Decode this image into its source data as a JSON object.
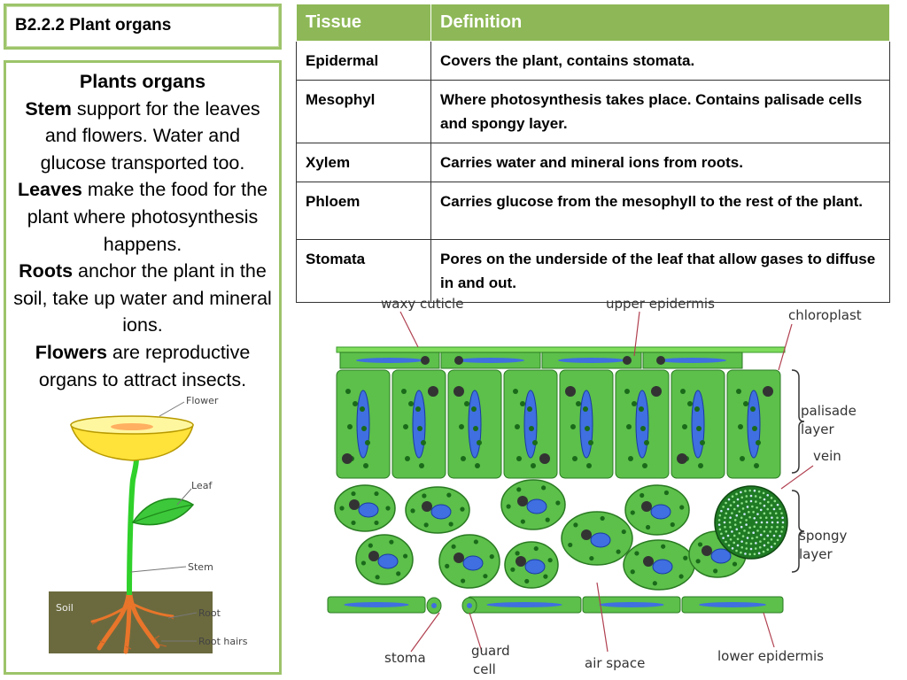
{
  "title": "B2.2.2 Plant organs",
  "organs": {
    "heading": "Plants organs",
    "stem_term": "Stem",
    "stem_text": " support for the leaves and flowers. Water and glucose transported too.",
    "leaves_term": "Leaves",
    "leaves_text": " make the food for the plant where photosynthesis happens.",
    "roots_term": "Roots",
    "roots_text": " anchor the plant in the soil, take up water and mineral ions.",
    "flowers_term": "Flowers",
    "flowers_text": " are reproductive organs to attract insects."
  },
  "plant_diagram": {
    "flower": "Flower",
    "leaf": "Leaf",
    "stem": "Stem",
    "soil": "Soil",
    "root": "Root",
    "root_hairs": "Root hairs"
  },
  "table": {
    "headers": [
      "Tissue",
      "Definition"
    ],
    "rows": [
      {
        "tissue": "Epidermal",
        "definition": "Covers the plant, contains stomata."
      },
      {
        "tissue": "Mesophyl",
        "definition": "Where photosynthesis takes place. Contains palisade cells and spongy layer."
      },
      {
        "tissue": "Xylem",
        "definition": "Carries water and mineral ions from roots."
      },
      {
        "tissue": "Phloem",
        "definition": "Carries glucose from the mesophyll to the rest of the plant."
      },
      {
        "tissue": "Stomata",
        "definition": "Pores on the underside of the leaf that allow gases to diffuse in and out."
      }
    ]
  },
  "leaf_diagram": {
    "waxy_cuticle": "waxy cuticle",
    "upper_epidermis": "upper epidermis",
    "chloroplast": "chloroplast",
    "palisade_1": "palisade",
    "palisade_2": "layer",
    "vein": "vein",
    "spongy_1": "spongy",
    "spongy_2": "layer",
    "stoma": "stoma",
    "guard_1": "guard",
    "guard_2": "cell",
    "air_space": "air space",
    "lower_epidermis": "lower epidermis"
  },
  "colors": {
    "accent_green": "#8eb857",
    "border_green": "#9dc46a",
    "cell_green": "#5cc04a",
    "vacuole_blue": "#3f6fe0"
  }
}
